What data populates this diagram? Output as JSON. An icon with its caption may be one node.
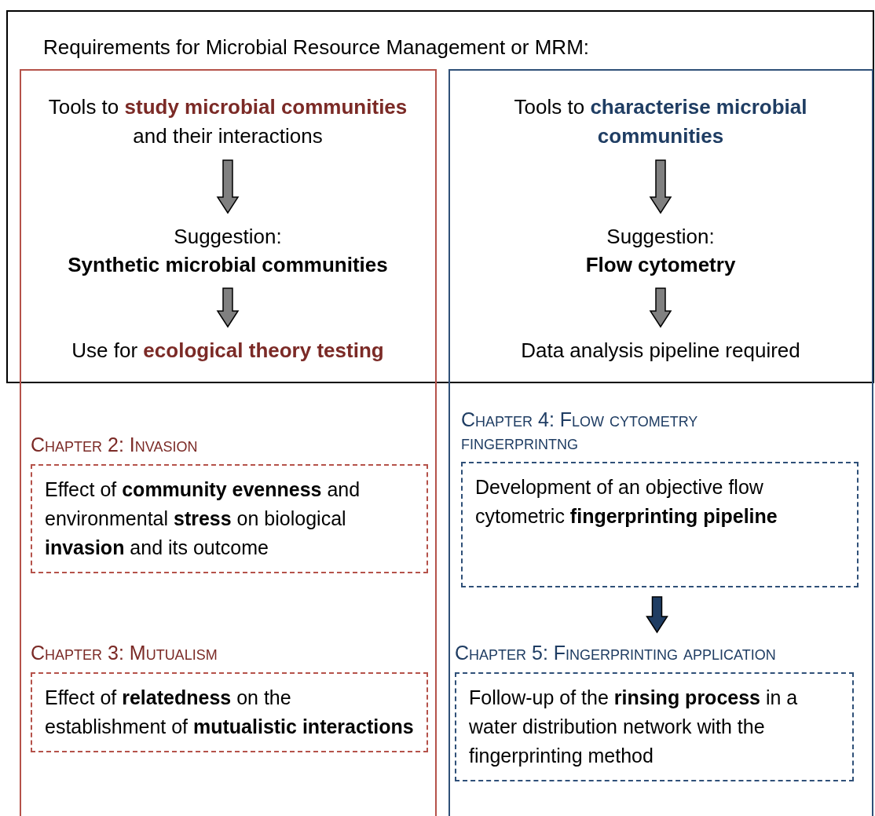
{
  "diagram": {
    "nodes": [
      {
        "text": [
          "Requirements for Microbial Resource Management or MRM:"
        ]
      },
      {
        "text": [],
        "shape": "box"
      },
      {
        "text": [
          "Tools to **study microbial communities** and their interactions"
        ]
      },
      {
        "text": [
          "Suggestion:",
          "Synthetic microbial communities"
        ]
      },
      {
        "text": [
          "Use for **ecological theory testing**"
        ]
      },
      {
        "text": [
          "Chapter 2: Invasion",
          "Effect of **community evenness** and environmental **stress** on biological **invasion** and its outcome"
        ],
        "in": 1
      },
      {
        "text": [
          "Chapter 3: Mutualism",
          "Effect of **relatedness** on the establishment of **mutualistic interactions**"
        ],
        "in": 1
      },
      {
        "text": [],
        "shape": "box"
      },
      {
        "text": [
          "Tools to **characterise microbial communities**"
        ]
      },
      {
        "text": [
          "Suggestion:",
          "Flow cytometry"
        ]
      },
      {
        "text": [
          "Data analysis pipeline required"
        ]
      },
      {
        "text": [
          "Chapter 4: Flow cytometry fingerprintng",
          "Development of an objective flow cytometric **fingerprinting pipeline**"
        ],
        "in": 7
      },
      {
        "text": [
          "Chapter 5: Fingerprinting application",
          "Follow-up of the **rinsing process** in a water distribution network with the fingerprinting method"
        ],
        "in": 7
      }
    ],
    "edges": [
      {
        "from": 2,
        "to": 3,
        "arrow": "to"
      },
      {
        "from": 3,
        "to": 4,
        "arrow": "to"
      },
      {
        "from": 8,
        "to": 9,
        "arrow": "to"
      },
      {
        "from": 9,
        "to": 10,
        "arrow": "to"
      },
      {
        "from": 11,
        "to": 12,
        "arrow": "to",
        "color": "#1f3d63"
      }
    ]
  }
}
